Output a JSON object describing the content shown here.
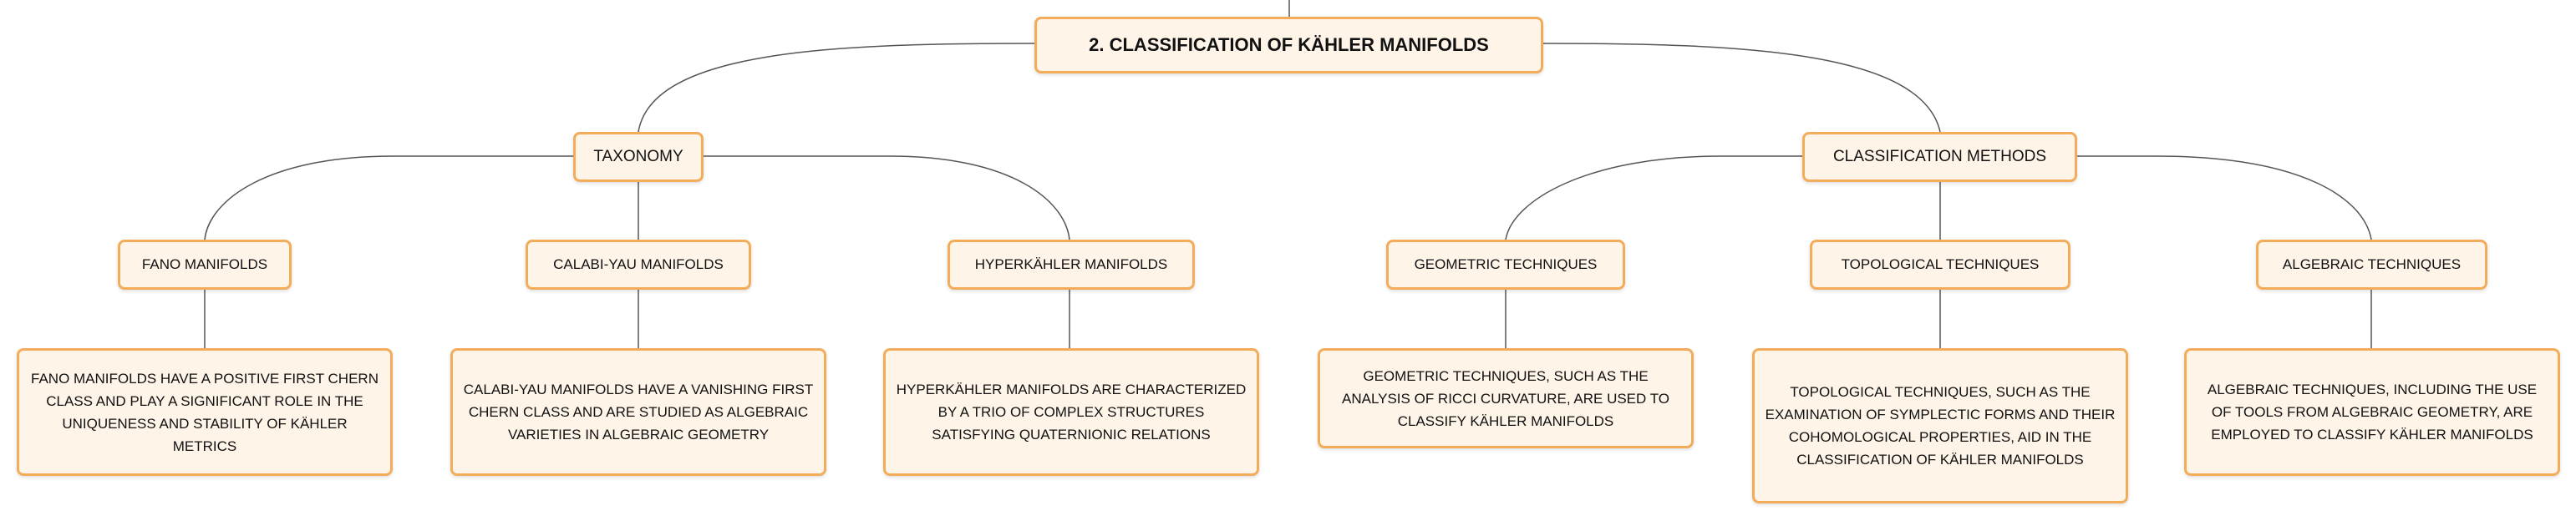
{
  "diagram": {
    "root": {
      "label": "2. CLASSIFICATION OF KÄHLER MANIFOLDS"
    },
    "branches": [
      {
        "label": "TAXONOMY",
        "children": [
          {
            "label": "FANO MANIFOLDS",
            "description": "FANO MANIFOLDS HAVE A POSITIVE FIRST CHERN CLASS AND PLAY A SIGNIFICANT ROLE IN THE UNIQUENESS AND STABILITY OF KÄHLER METRICS"
          },
          {
            "label": "CALABI-YAU MANIFOLDS",
            "description": "CALABI-YAU MANIFOLDS HAVE A VANISHING FIRST CHERN CLASS AND ARE STUDIED AS ALGEBRAIC VARIETIES IN ALGEBRAIC GEOMETRY"
          },
          {
            "label": "HYPERKÄHLER MANIFOLDS",
            "description": "HYPERKÄHLER MANIFOLDS ARE CHARACTERIZED BY A TRIO OF COMPLEX STRUCTURES SATISFYING QUATERNIONIC RELATIONS"
          }
        ]
      },
      {
        "label": "CLASSIFICATION METHODS",
        "children": [
          {
            "label": "GEOMETRIC TECHNIQUES",
            "description": "GEOMETRIC TECHNIQUES, SUCH AS THE ANALYSIS OF RICCI CURVATURE, ARE USED TO CLASSIFY KÄHLER MANIFOLDS"
          },
          {
            "label": "TOPOLOGICAL TECHNIQUES",
            "description": "TOPOLOGICAL TECHNIQUES, SUCH AS THE EXAMINATION OF SYMPLECTIC FORMS AND THEIR COHOMOLOGICAL PROPERTIES, AID IN THE CLASSIFICATION OF KÄHLER MANIFOLDS"
          },
          {
            "label": "ALGEBRAIC TECHNIQUES",
            "description": "ALGEBRAIC TECHNIQUES, INCLUDING THE USE OF TOOLS FROM ALGEBRAIC GEOMETRY, ARE EMPLOYED TO CLASSIFY KÄHLER MANIFOLDS"
          }
        ]
      }
    ]
  }
}
